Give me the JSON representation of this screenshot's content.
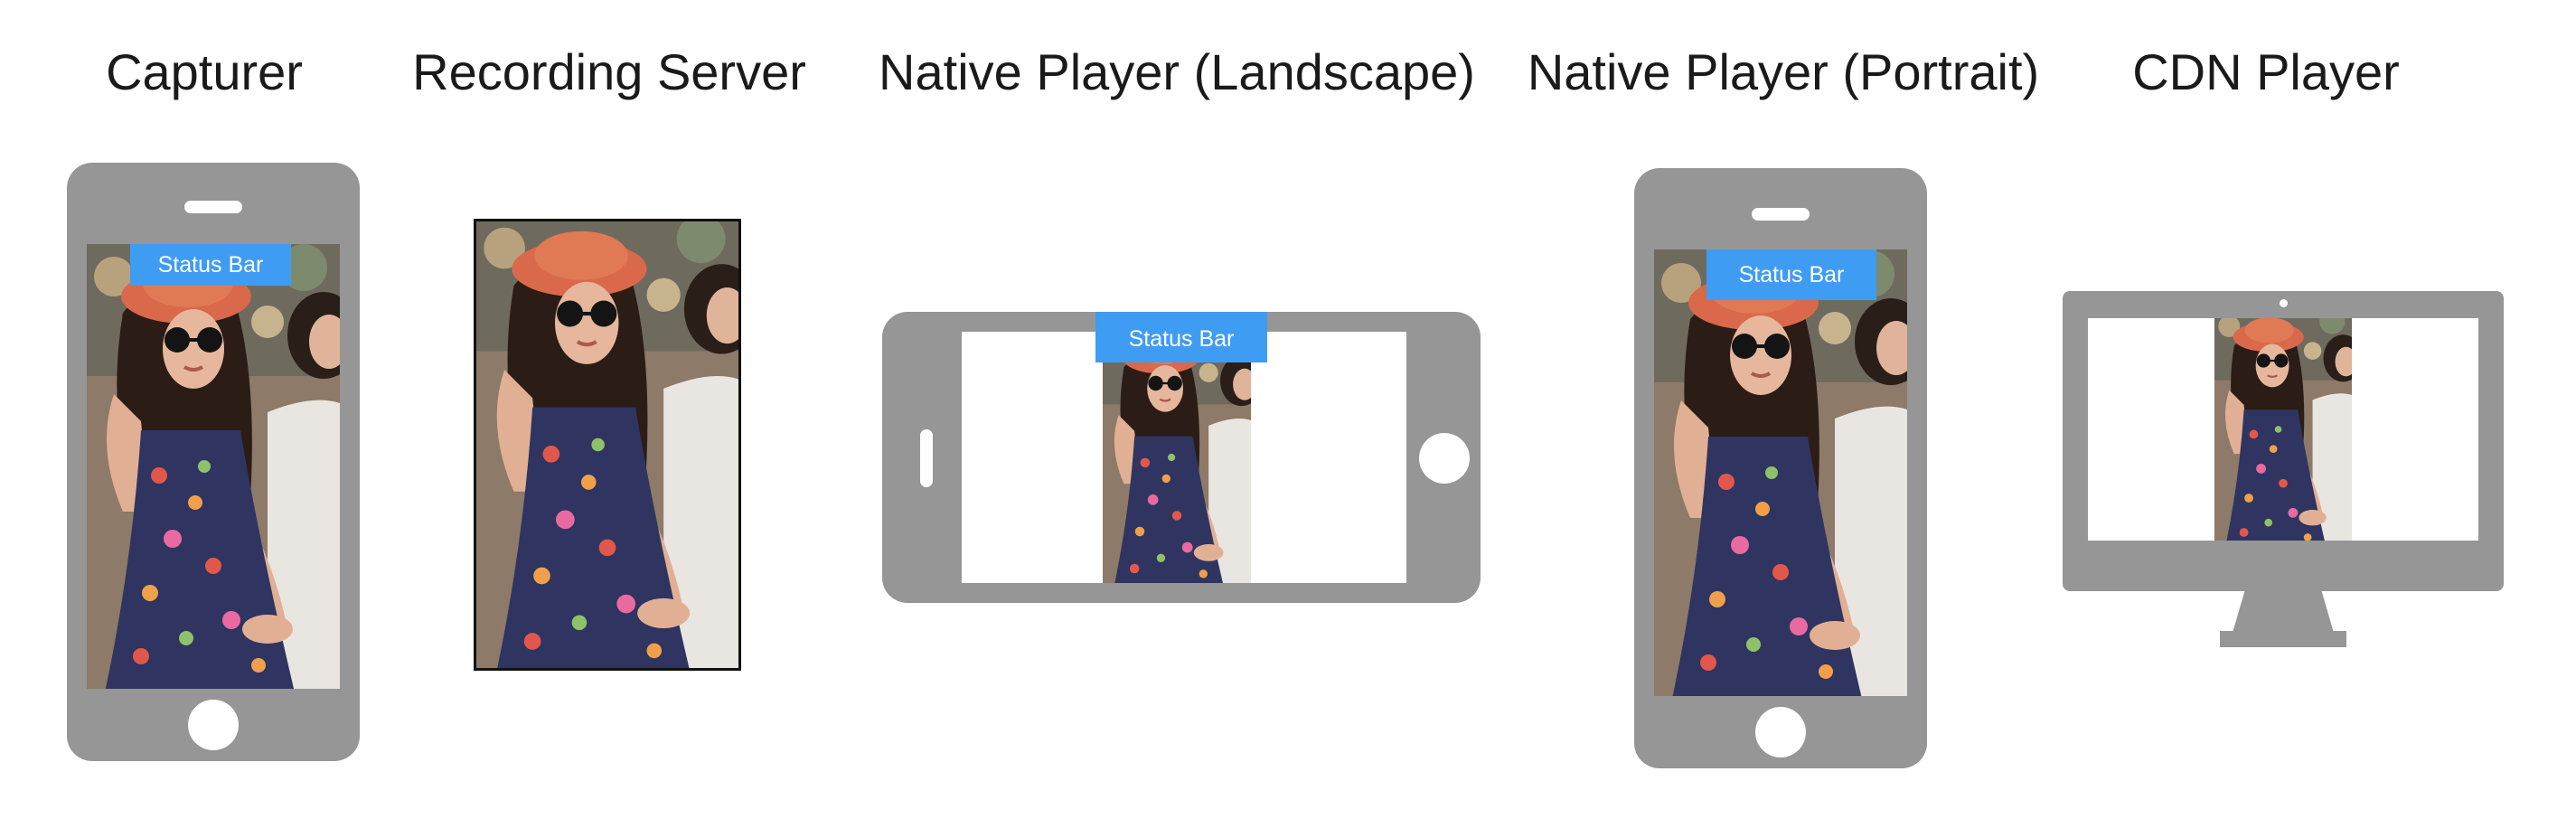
{
  "titles": {
    "capturer": "Capturer",
    "recording_server": "Recording Server",
    "native_landscape": "Native Player (Landscape)",
    "native_portrait": "Native Player (Portrait)",
    "cdn_player": "CDN Player"
  },
  "status_bar_label": "Status Bar",
  "colors": {
    "device_gray": "#969696",
    "status_bar_blue": "#3f9cf3",
    "screen_white": "#ffffff"
  }
}
